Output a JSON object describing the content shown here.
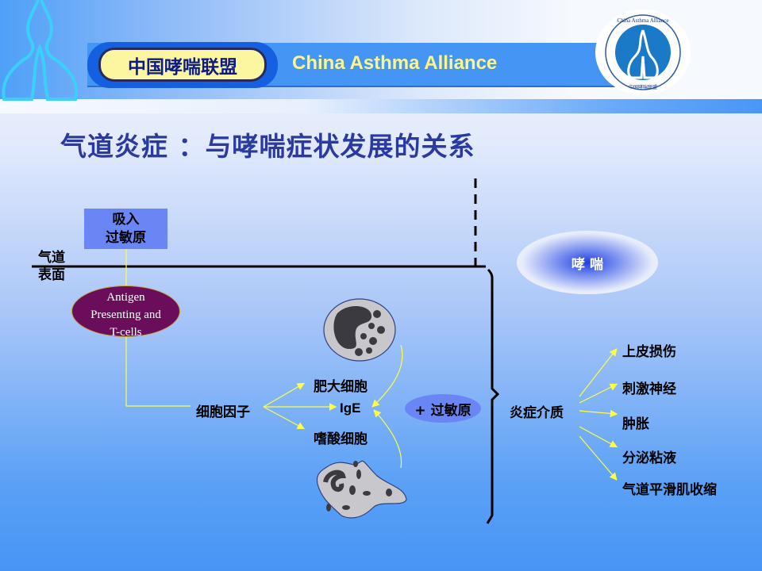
{
  "header": {
    "org_cn": "中国哮喘联盟",
    "org_en": "China Asthma Alliance",
    "logo_text_en": "China Asthma Alliance",
    "logo_text_cn": "中国哮喘联盟"
  },
  "title": "气道炎症 ：与哮喘症状发展的关系",
  "diagram": {
    "airway_surface": [
      "气道",
      "表面"
    ],
    "inhaled_allergen": [
      "吸入",
      "过敏原"
    ],
    "apc": [
      "Antigen",
      "Presenting and",
      "T-cells"
    ],
    "cytokines": "细胞因子",
    "mast_cells": "肥大细胞",
    "ige": "IgE",
    "eosinophils": "嗜酸细胞",
    "plus_allergen": "+ 过敏原",
    "mediators": "炎症介质",
    "asthma": "哮 喘",
    "effects": [
      "上皮损伤",
      "刺激神经",
      "肿胀",
      "分泌粘液",
      "气道平滑肌收缩"
    ]
  },
  "colors": {
    "arrow": "#ffff40",
    "title": "#2a3aa0",
    "apc": "#6a0e5c",
    "box": "#6a86f4"
  }
}
